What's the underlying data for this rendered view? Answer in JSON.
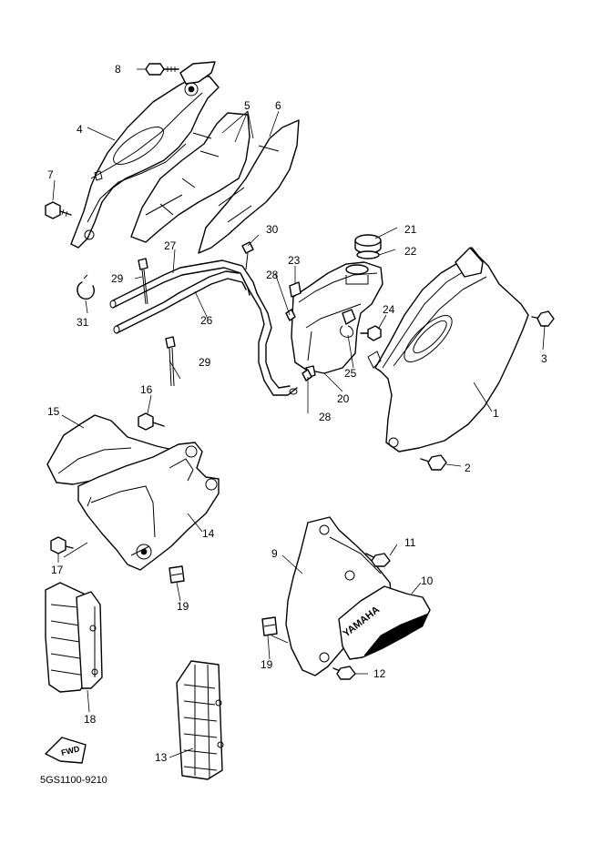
{
  "diagram": {
    "catalog_code": "5GS1100-9210",
    "brand_decal": "YAMAHA",
    "direction_label": "FWD",
    "callouts": [
      {
        "id": "c1",
        "label": "1"
      },
      {
        "id": "c2",
        "label": "2"
      },
      {
        "id": "c3",
        "label": "3"
      },
      {
        "id": "c4",
        "label": "4"
      },
      {
        "id": "c5",
        "label": "5"
      },
      {
        "id": "c6",
        "label": "6"
      },
      {
        "id": "c7",
        "label": "7"
      },
      {
        "id": "c8",
        "label": "8"
      },
      {
        "id": "c9",
        "label": "9"
      },
      {
        "id": "c10",
        "label": "10"
      },
      {
        "id": "c11",
        "label": "11"
      },
      {
        "id": "c12",
        "label": "12"
      },
      {
        "id": "c13",
        "label": "13"
      },
      {
        "id": "c14",
        "label": "14"
      },
      {
        "id": "c15",
        "label": "15"
      },
      {
        "id": "c16",
        "label": "16"
      },
      {
        "id": "c17",
        "label": "17"
      },
      {
        "id": "c18",
        "label": "18"
      },
      {
        "id": "c19a",
        "label": "19"
      },
      {
        "id": "c19b",
        "label": "19"
      },
      {
        "id": "c20",
        "label": "20"
      },
      {
        "id": "c21",
        "label": "21"
      },
      {
        "id": "c22",
        "label": "22"
      },
      {
        "id": "c23",
        "label": "23"
      },
      {
        "id": "c24",
        "label": "24"
      },
      {
        "id": "c25",
        "label": "25"
      },
      {
        "id": "c26",
        "label": "26"
      },
      {
        "id": "c27",
        "label": "27"
      },
      {
        "id": "c28a",
        "label": "28"
      },
      {
        "id": "c28b",
        "label": "28"
      },
      {
        "id": "c29a",
        "label": "29"
      },
      {
        "id": "c29b",
        "label": "29"
      },
      {
        "id": "c30",
        "label": "30"
      },
      {
        "id": "c31",
        "label": "31"
      }
    ]
  }
}
